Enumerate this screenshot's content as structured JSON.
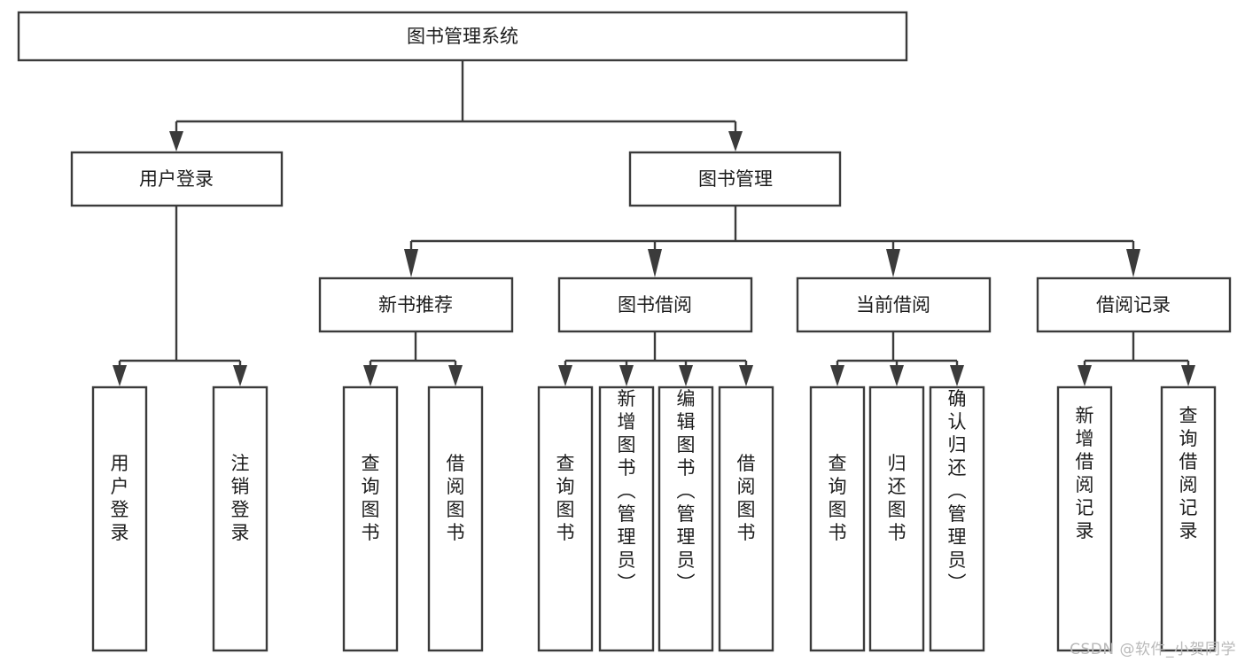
{
  "diagram": {
    "type": "tree",
    "title": "图书管理系统",
    "watermark": "CSDN @软件_小贺同学",
    "colors": {
      "box_stroke": "#3b3b3b",
      "box_fill": "#ffffff",
      "text": "#1c1c1c",
      "background": "#ffffff",
      "watermark": "#b9b9b9"
    },
    "levels": {
      "root": "图书管理系统",
      "level2": [
        "用户登录",
        "图书管理"
      ],
      "level3": [
        "新书推荐",
        "图书借阅",
        "当前借阅",
        "借阅记录"
      ]
    },
    "nodes": {
      "root": {
        "label": "图书管理系统"
      },
      "user_login": {
        "label": "用户登录"
      },
      "book_manage": {
        "label": "图书管理"
      },
      "new_book_rec": {
        "label": "新书推荐"
      },
      "book_borrow": {
        "label": "图书借阅"
      },
      "current_borrow": {
        "label": "当前借阅"
      },
      "borrow_record": {
        "label": "借阅记录"
      },
      "leaf_user_login": {
        "label": "用户登录"
      },
      "leaf_user_logout": {
        "label": "注销登录"
      },
      "leaf_rec_query_book": {
        "label": "查询图书"
      },
      "leaf_rec_borrow_book": {
        "label": "借阅图书"
      },
      "leaf_borrow_query_book": {
        "label": "查询图书"
      },
      "leaf_borrow_add_book": {
        "label": "新增图书（管理员）"
      },
      "leaf_borrow_edit_book": {
        "label": "编辑图书（管理员）"
      },
      "leaf_borrow_borrow_book": {
        "label": "借阅图书"
      },
      "leaf_cur_query_book": {
        "label": "查询图书"
      },
      "leaf_cur_return_book": {
        "label": "归还图书"
      },
      "leaf_cur_confirm_return": {
        "label": "确认归还（管理员）"
      },
      "leaf_rec_add_record": {
        "label": "新增借阅记录"
      },
      "leaf_rec_query_record": {
        "label": "查询借阅记录"
      }
    },
    "edges": [
      {
        "from": "root",
        "to": "user_login"
      },
      {
        "from": "root",
        "to": "book_manage"
      },
      {
        "from": "user_login",
        "to": "leaf_user_login"
      },
      {
        "from": "user_login",
        "to": "leaf_user_logout"
      },
      {
        "from": "book_manage",
        "to": "new_book_rec"
      },
      {
        "from": "book_manage",
        "to": "book_borrow"
      },
      {
        "from": "book_manage",
        "to": "current_borrow"
      },
      {
        "from": "book_manage",
        "to": "borrow_record"
      },
      {
        "from": "new_book_rec",
        "to": "leaf_rec_query_book"
      },
      {
        "from": "new_book_rec",
        "to": "leaf_rec_borrow_book"
      },
      {
        "from": "book_borrow",
        "to": "leaf_borrow_query_book"
      },
      {
        "from": "book_borrow",
        "to": "leaf_borrow_add_book"
      },
      {
        "from": "book_borrow",
        "to": "leaf_borrow_edit_book"
      },
      {
        "from": "book_borrow",
        "to": "leaf_borrow_borrow_book"
      },
      {
        "from": "current_borrow",
        "to": "leaf_cur_query_book"
      },
      {
        "from": "current_borrow",
        "to": "leaf_cur_return_book"
      },
      {
        "from": "current_borrow",
        "to": "leaf_cur_confirm_return"
      },
      {
        "from": "borrow_record",
        "to": "leaf_rec_add_record"
      },
      {
        "from": "borrow_record",
        "to": "leaf_rec_query_record"
      }
    ]
  }
}
